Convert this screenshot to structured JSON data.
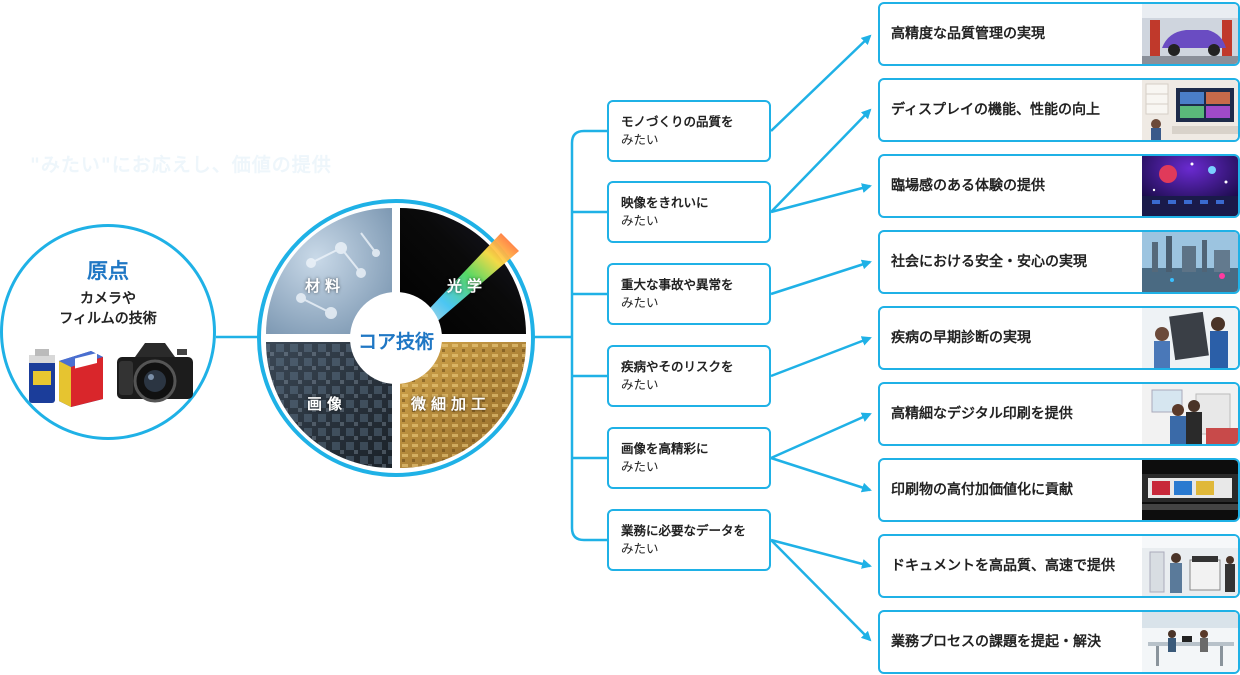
{
  "origin": {
    "title": "原点",
    "line1": "カメラや",
    "line2": "フィルムの技術"
  },
  "faint_caption": "\"みたい\"にお応えし、価値の提供",
  "core": {
    "title": "コア技術",
    "quadrants": [
      {
        "label": "材料",
        "color": "#9ab4cc"
      },
      {
        "label": "光学",
        "color": "#111111"
      },
      {
        "label": "画像",
        "color": "#2a3540"
      },
      {
        "label": "微細加工",
        "color": "#b48a3c"
      }
    ]
  },
  "needs": [
    {
      "line1": "モノづくりの品質を",
      "line2": "みたい"
    },
    {
      "line1": "映像をきれいに",
      "line2": "みたい"
    },
    {
      "line1": "重大な事故や異常を",
      "line2": "みたい"
    },
    {
      "line1": "疾病やそのリスクを",
      "line2": "みたい"
    },
    {
      "line1": "画像を高精彩に",
      "line2": "みたい"
    },
    {
      "line1": "業務に必要なデータを",
      "line2": "みたい"
    }
  ],
  "values": [
    {
      "label": "高精度な品質管理の実現",
      "thumb": "car-inspection-thumbnail"
    },
    {
      "label": "ディスプレイの機能、性能の向上",
      "thumb": "display-room-thumbnail"
    },
    {
      "label": "臨場感のある体験の提供",
      "thumb": "planetarium-thumbnail"
    },
    {
      "label": "社会における安全・安心の実現",
      "thumb": "factory-thumbnail"
    },
    {
      "label": "疾病の早期診断の実現",
      "thumb": "medical-xray-thumbnail"
    },
    {
      "label": "高精細なデジタル印刷を提供",
      "thumb": "digital-printing-thumbnail"
    },
    {
      "label": "印刷物の高付加価値化に貢献",
      "thumb": "printing-press-thumbnail"
    },
    {
      "label": "ドキュメントを高品質、高速で提供",
      "thumb": "office-printer-thumbnail"
    },
    {
      "label": "業務プロセスの課題を提起・解決",
      "thumb": "office-workspace-thumbnail"
    }
  ],
  "colors": {
    "accent": "#1fb1e6",
    "title_blue": "#1f77c4"
  }
}
